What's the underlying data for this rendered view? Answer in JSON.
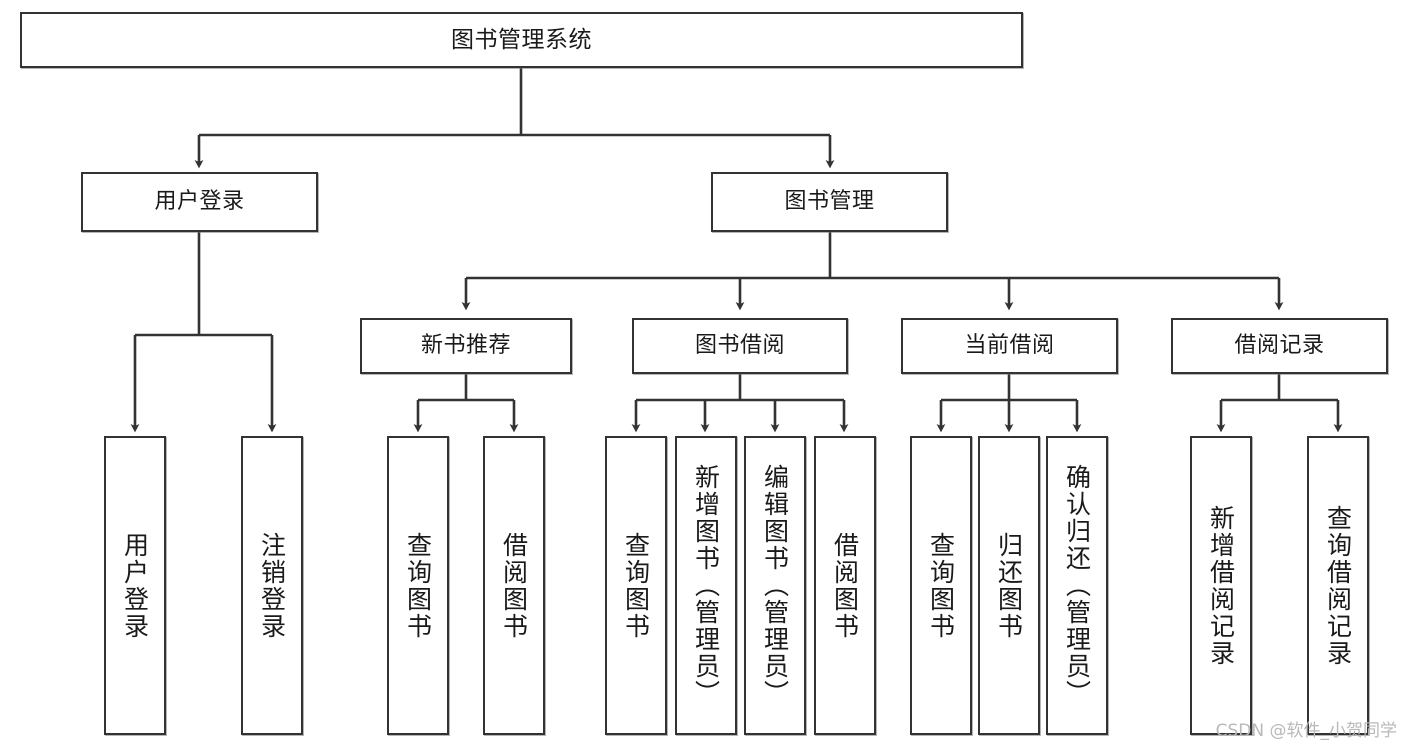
{
  "diagram": {
    "type": "tree",
    "title": "图书管理系统",
    "style": {
      "stroke": "#333333",
      "fill": "#ffffff",
      "text": "#1a1a1a",
      "watermark_color": "#b9b9b9"
    },
    "watermark": "CSDN @软件_小贺同学",
    "nodes": {
      "root": {
        "label": "图书管理系统"
      },
      "level2": [
        {
          "label": "用户登录"
        },
        {
          "label": "图书管理"
        }
      ],
      "level3": [
        {
          "label": "新书推荐"
        },
        {
          "label": "图书借阅"
        },
        {
          "label": "当前借阅"
        },
        {
          "label": "借阅记录"
        }
      ],
      "leaves": {
        "user_login": [
          {
            "label": "用户登录"
          },
          {
            "label": "注销登录"
          }
        ],
        "new_book": [
          {
            "label": "查询图书"
          },
          {
            "label": "借阅图书"
          }
        ],
        "borrow_book": [
          {
            "label": "查询图书"
          },
          {
            "label": "新增图书（管理员）"
          },
          {
            "label": "编辑图书（管理员）"
          },
          {
            "label": "借阅图书"
          }
        ],
        "current_borrow": [
          {
            "label": "查询图书"
          },
          {
            "label": "归还图书"
          },
          {
            "label": "确认归还（管理员）"
          }
        ],
        "borrow_record": [
          {
            "label": "新增借阅记录"
          },
          {
            "label": "查询借阅记录"
          }
        ]
      }
    }
  }
}
